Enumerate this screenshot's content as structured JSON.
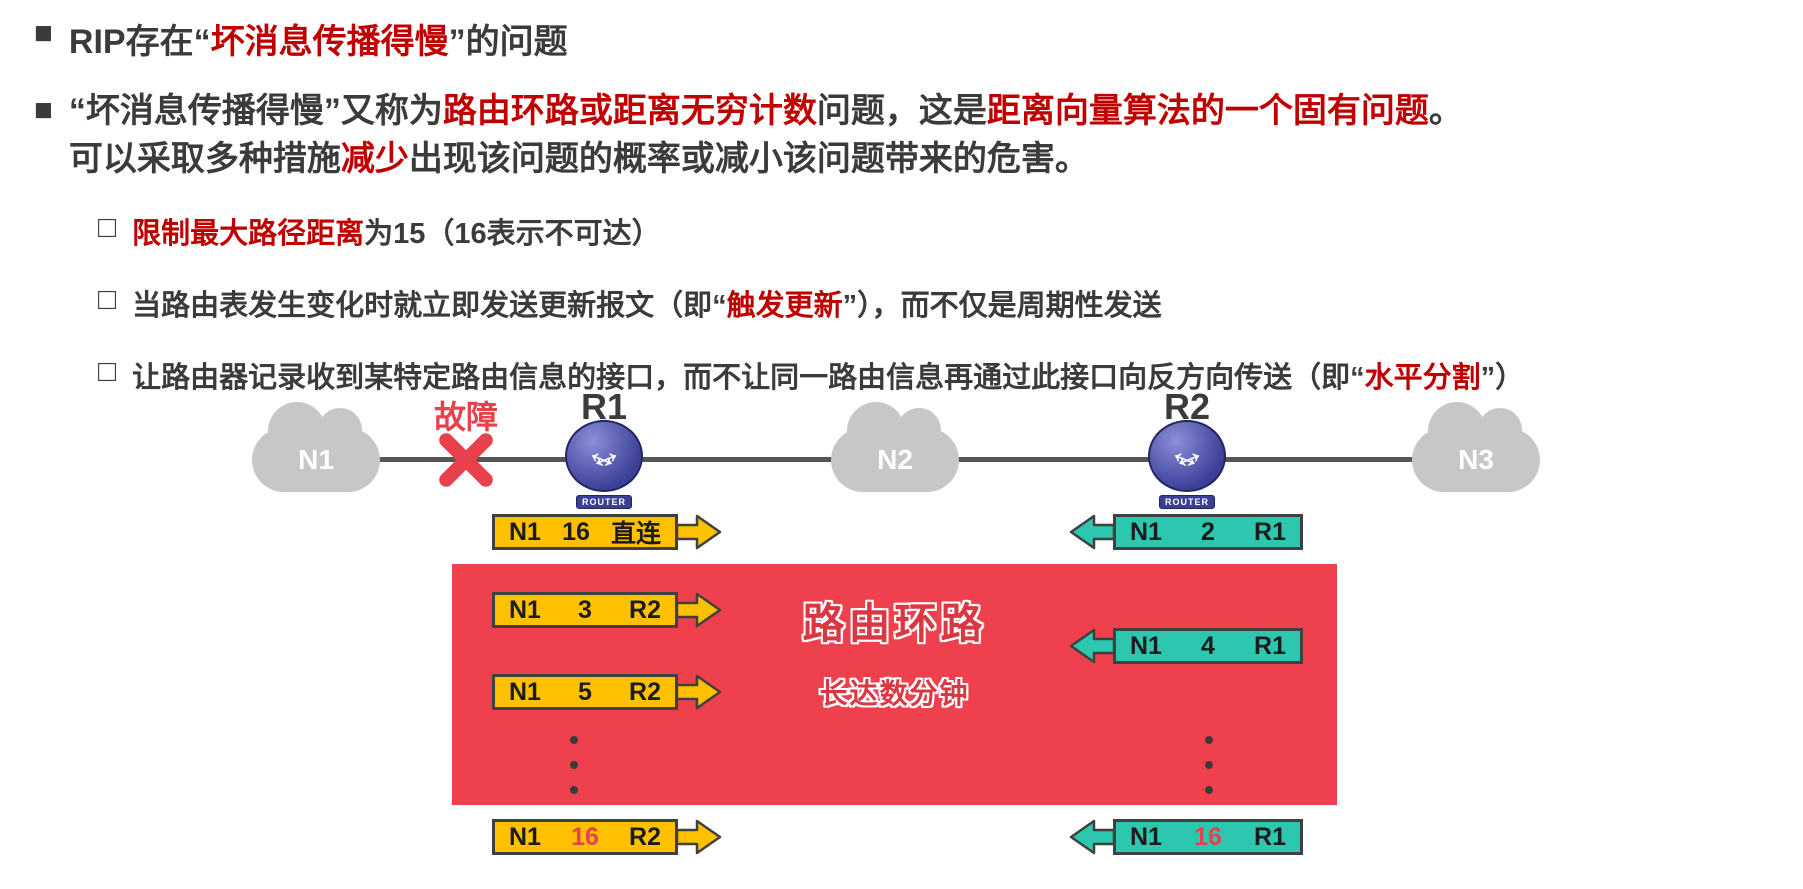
{
  "colors": {
    "text_dark": "#3b3b3b",
    "accent_red": "#c00000",
    "fault_red": "#e8414d",
    "orange": "#ffc000",
    "teal": "#2cc7ae",
    "loop_red": "#ee404d",
    "cloud_gray": "#c7c7c7",
    "line_gray": "#555555",
    "border_dark": "#404040",
    "router_blue": "#3c3f97"
  },
  "bullets": {
    "square": "■",
    "checkbox": "□"
  },
  "heading": {
    "segments": [
      {
        "text": "RIP存在“",
        "red": false
      },
      {
        "text": "坏消息传播得慢",
        "red": true
      },
      {
        "text": "”的问题",
        "red": false
      }
    ]
  },
  "paragraph": {
    "line1": [
      {
        "text": "“坏消息传播得慢”又称为",
        "red": false
      },
      {
        "text": "路由环路或距离无穷计数",
        "red": true
      },
      {
        "text": "问题，这是",
        "red": false
      },
      {
        "text": "距离向量算法的一个固有问题",
        "red": true
      },
      {
        "text": "。",
        "red": false
      }
    ],
    "line2": [
      {
        "text": "可以采取多种措施",
        "red": false
      },
      {
        "text": "减少",
        "red": true
      },
      {
        "text": "出现该问题的概率或减小该问题带来的危害。",
        "red": false
      }
    ]
  },
  "checklist": [
    {
      "segments": [
        {
          "text": "限制最大路径距离",
          "red": true
        },
        {
          "text": "为15（16表示不可达）",
          "red": false
        }
      ]
    },
    {
      "segments": [
        {
          "text": "当路由表发生变化时就立即发送更新报文（即“",
          "red": false
        },
        {
          "text": "触发更新",
          "red": true
        },
        {
          "text": "”），而不仅是周期性发送",
          "red": false
        }
      ]
    },
    {
      "segments": [
        {
          "text": "让路由器记录收到某特定路由信息的接口，而不让同一路由信息再通过此接口向反方向传送（即“",
          "red": false
        },
        {
          "text": "水平分割",
          "red": true
        },
        {
          "text": "”）",
          "red": false
        }
      ]
    }
  ],
  "diagram": {
    "fault_label": "故障",
    "router1_label": "R1",
    "router2_label": "R2",
    "router_caption": "ROUTER",
    "clouds": {
      "n1": "N1",
      "n2": "N2",
      "n3": "N3"
    },
    "loop_box": {
      "title": "路由环路",
      "subtitle": "长达数分钟"
    },
    "updates": {
      "r1_initial": {
        "net": "N1",
        "distance": "16",
        "next_hop": "直连"
      },
      "r2_initial": {
        "net": "N1",
        "distance": "2",
        "next_hop": "R1"
      },
      "r1_loop_a": {
        "net": "N1",
        "distance": "3",
        "next_hop": "R2"
      },
      "r2_loop_a": {
        "net": "N1",
        "distance": "4",
        "next_hop": "R1"
      },
      "r1_loop_b": {
        "net": "N1",
        "distance": "5",
        "next_hop": "R2"
      },
      "r1_final": {
        "net": "N1",
        "distance": "16",
        "next_hop": "R2"
      },
      "r2_final": {
        "net": "N1",
        "distance": "16",
        "next_hop": "R1"
      }
    }
  }
}
